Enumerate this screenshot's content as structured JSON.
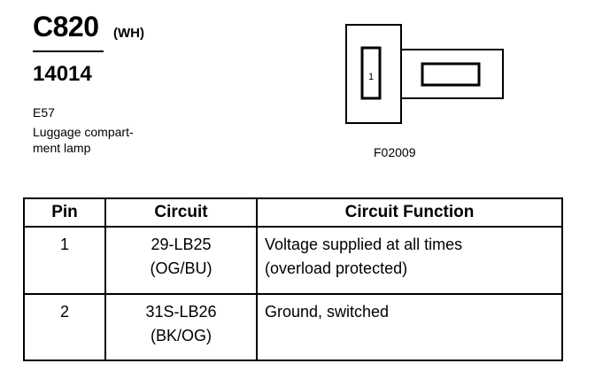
{
  "header": {
    "connector_id": "C820",
    "color_code": "(WH)",
    "part_number": "14014",
    "ref_code": "E57",
    "description_lines": [
      "Luggage compart-",
      "ment lamp"
    ]
  },
  "diagram": {
    "pin_label": "1",
    "figure_code": "F02009"
  },
  "table": {
    "headers": [
      "Pin",
      "Circuit",
      "Circuit Function"
    ],
    "rows": [
      {
        "pin": "1",
        "circuit": [
          "29-LB25",
          "(OG/BU)"
        ],
        "function": [
          "Voltage supplied at all times",
          "(overload protected)"
        ]
      },
      {
        "pin": "2",
        "circuit": [
          "31S-LB26",
          "(BK/OG)"
        ],
        "function": [
          "Ground, switched"
        ]
      }
    ]
  }
}
